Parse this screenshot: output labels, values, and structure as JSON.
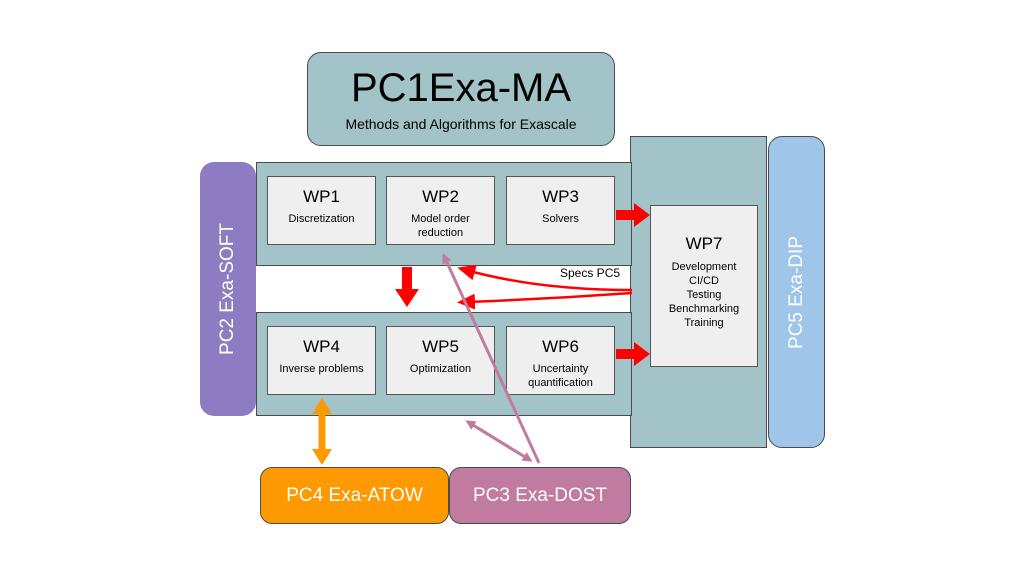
{
  "pc1": {
    "title": "PC1Exa-MA",
    "subtitle": "Methods and Algorithms for Exascale"
  },
  "pc2": {
    "label": "PC2 Exa-SOFT"
  },
  "pc3": {
    "label": "PC3 Exa-DOST"
  },
  "pc4": {
    "label": "PC4 Exa-ATOW"
  },
  "pc5": {
    "label": "PC5 Exa-DIP"
  },
  "wp": {
    "wp1": {
      "title": "WP1",
      "desc": "Discretization"
    },
    "wp2": {
      "title": "WP2",
      "desc": "Model order\nreduction"
    },
    "wp3": {
      "title": "WP3",
      "desc": "Solvers"
    },
    "wp4": {
      "title": "WP4",
      "desc": "Inverse problems"
    },
    "wp5": {
      "title": "WP5",
      "desc": "Optimization"
    },
    "wp6": {
      "title": "WP6",
      "desc": "Uncertainty\nquantification"
    },
    "wp7": {
      "title": "WP7",
      "desc": "Development\nCI/CD\nTesting\nBenchmarking\nTraining"
    }
  },
  "annotation": {
    "specs": "Specs PC5"
  },
  "colors": {
    "teal": "#a2c4c9",
    "purple": "#8e7cc3",
    "blue": "#9fc5e8",
    "orange": "#ff9900",
    "pink": "#c27ba0",
    "red": "#ff0000",
    "wp_fill": "#efefef"
  }
}
